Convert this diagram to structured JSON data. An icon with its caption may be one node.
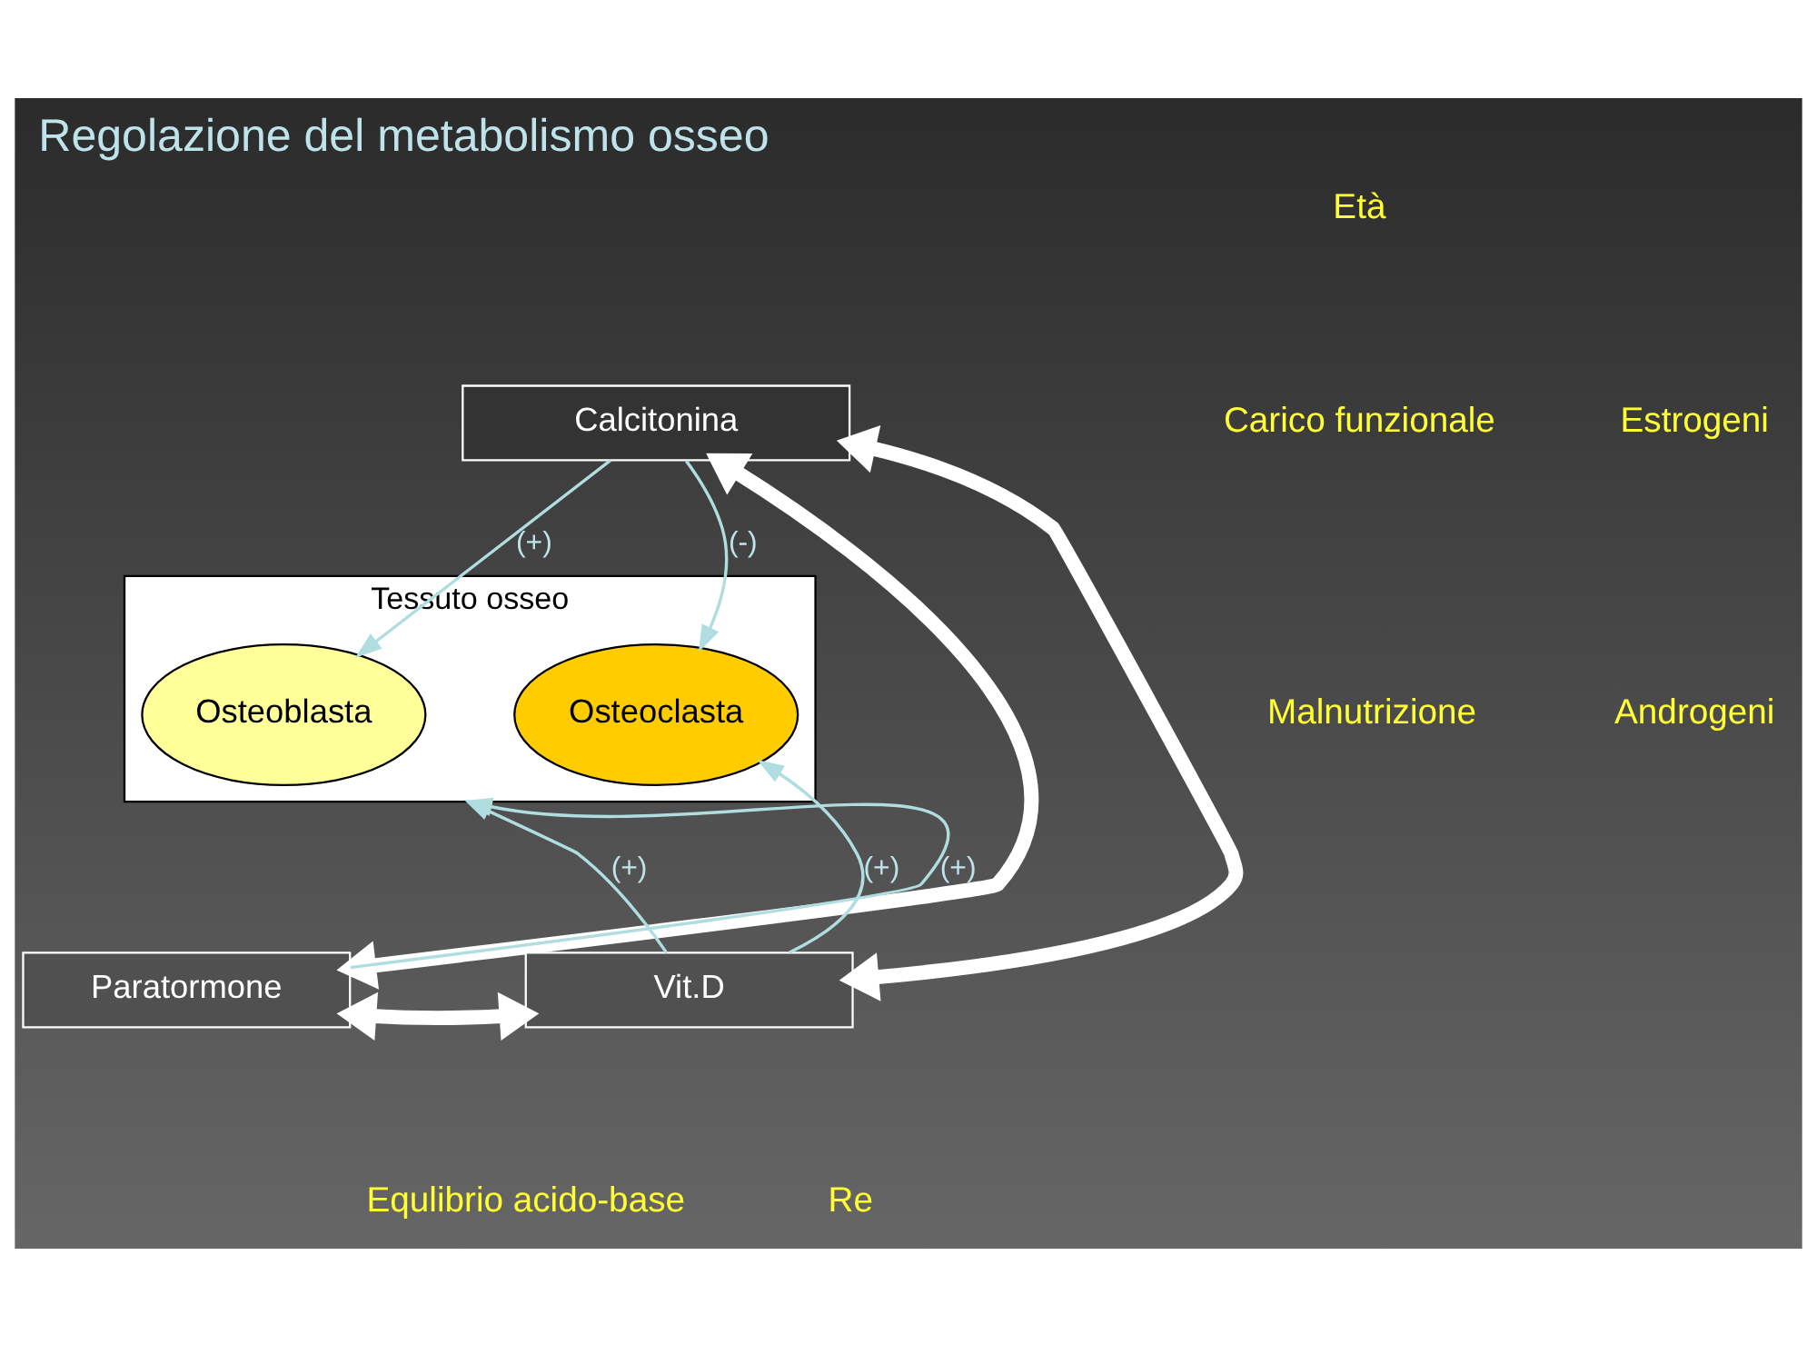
{
  "diagram": {
    "title": "Regolazione del metabolismo osseo",
    "nodes": [
      {
        "text": [
          "Calcitonina"
        ]
      },
      {
        "text": [
          "Tessuto osseo"
        ]
      },
      {
        "text": [
          "Osteoblasta"
        ],
        "in": 1
      },
      {
        "text": [
          "Osteoclasta"
        ],
        "in": 1
      },
      {
        "text": [
          "Vit.D"
        ]
      },
      {
        "text": [
          "Paratormone"
        ]
      }
    ],
    "edges": [
      {
        "from": 0,
        "to": 2,
        "arrow": "to",
        "label": "(+)"
      },
      {
        "from": 0,
        "to": 3,
        "arrow": "to",
        "label": "(-)"
      },
      {
        "from": 4,
        "to": 1,
        "arrow": "to",
        "label": "(+)"
      },
      {
        "from": 4,
        "to": 3,
        "arrow": "to",
        "label": "(+)"
      },
      {
        "from": 5,
        "to": 1,
        "arrow": "to",
        "label": "(+)"
      },
      {
        "from": 4,
        "to": 0,
        "arrow": "both",
        "style": "thick",
        "color": "#ffffff"
      },
      {
        "from": 0,
        "to": 5,
        "arrow": "both",
        "style": "thick",
        "color": "#ffffff"
      },
      {
        "from": 4,
        "to": 5,
        "arrow": "both",
        "style": "thick",
        "color": "#ffffff"
      }
    ],
    "labels": [
      "Età",
      "Carico funzionale",
      "Estrogeni",
      "Malnutrizione",
      "Androgeni",
      "Equlibrio acido-base",
      "Re"
    ]
  }
}
